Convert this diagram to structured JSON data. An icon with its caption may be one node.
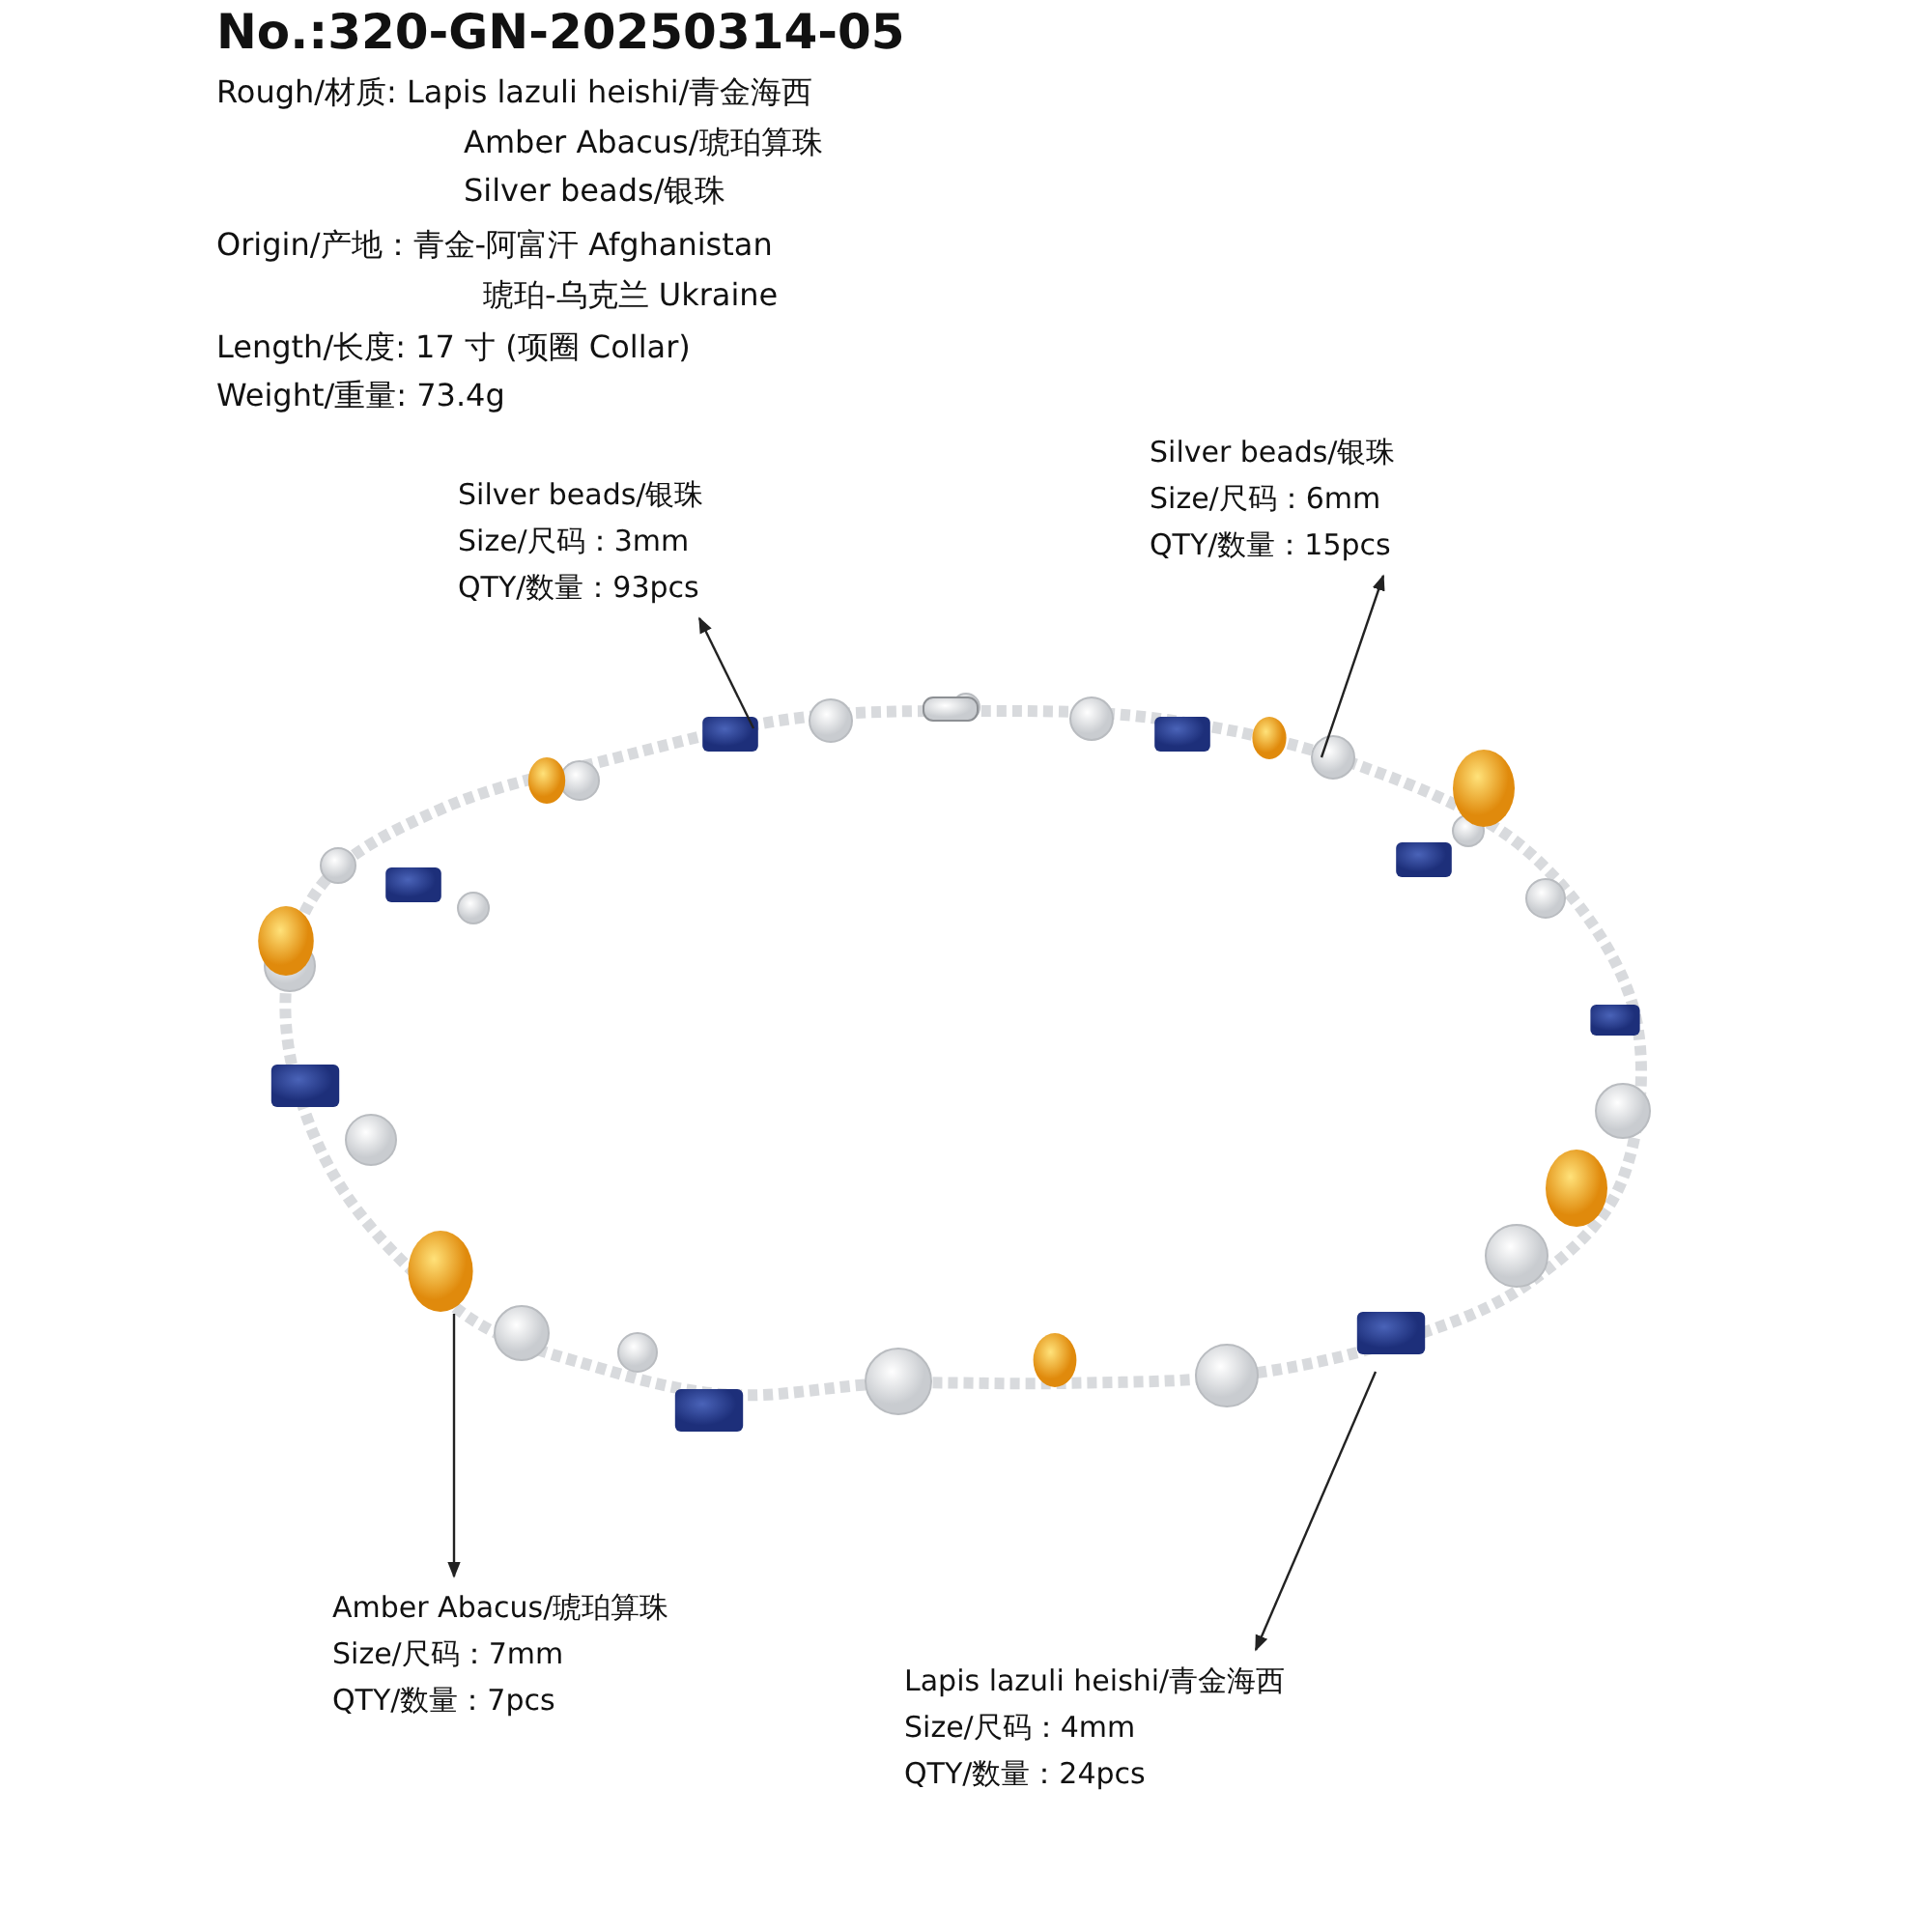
{
  "diagram": {
    "title": "No.:320-GN-20250314-05",
    "nodes": [
      {
        "text": [
          "Silver beads/银珠",
          "Size/尺码：3mm",
          "QTY/数量：93pcs"
        ]
      },
      {
        "text": [
          "Silver beads/银珠",
          "Size/尺码：6mm",
          "QTY/数量：15pcs"
        ]
      },
      {
        "text": [
          "Amber Abacus/琥珀算珠",
          "Size/尺码：7mm",
          "QTY/数量：7pcs"
        ]
      },
      {
        "text": [
          "Lapis lazuli heishi/青金海西",
          "Size/尺码：4mm",
          "QTY/数量：24pcs"
        ]
      }
    ],
    "edges": [
      {
        "from": null,
        "to": 0,
        "arrow": "to"
      },
      {
        "from": null,
        "to": 1,
        "arrow": "to"
      },
      {
        "from": null,
        "to": 2,
        "arrow": "to"
      },
      {
        "from": null,
        "to": 3,
        "arrow": "to"
      }
    ],
    "labels": [
      "Rough/材质: Lapis lazuli heishi/青金海西",
      "Amber Abacus/琥珀算珠",
      "Silver beads/银珠",
      "Origin/产地：青金-阿富汗 Afghanistan",
      "琥珀-乌克兰 Ukraine",
      "Length/长度: 17 寸 (项圈 Collar)",
      "Weight/重量: 73.4g"
    ]
  }
}
